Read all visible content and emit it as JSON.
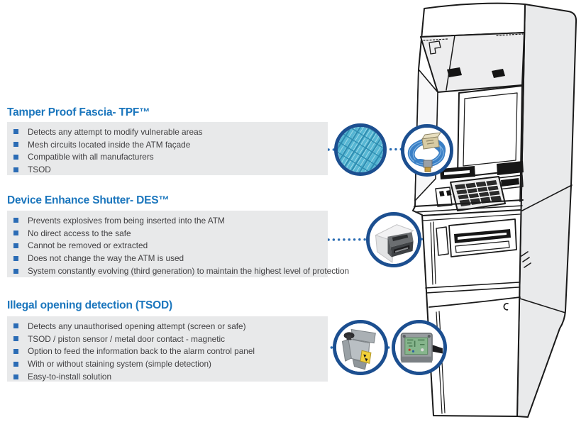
{
  "colors": {
    "title_blue": "#1B76BD",
    "bullet_blue": "#2B6CB5",
    "panel_gray": "#E8E9EA",
    "body_text": "#414042",
    "callout_ring": "#1C4F90",
    "dotted_line": "#2A6CB3",
    "line_art": "#1A1A1A"
  },
  "sections": [
    {
      "title": "Tamper Proof Fascia- TPF™",
      "bullets": [
        "Detects any attempt to modify vulnerable areas",
        "Mesh circuits located inside the ATM façade",
        "Compatible with all manufacturers",
        "TSOD"
      ]
    },
    {
      "title": "Device Enhance Shutter- DES™",
      "bullets": [
        "Prevents explosives from being inserted into the ATM",
        "No direct access to the safe",
        "Cannot be removed or extracted",
        "Does not change the way the ATM is used",
        "System constantly evolving (third generation) to maintain the highest level of protection"
      ]
    },
    {
      "title": "Illegal opening detection (TSOD)",
      "bullets": [
        "Detects any unauthorised opening attempt (screen or safe)",
        "TSOD / piston sensor / metal door contact - magnetic",
        "Option to feed the information back to the alarm control panel",
        "With or without staining system (simple detection)",
        "Easy-to-install solution"
      ]
    }
  ],
  "callouts": {
    "tpf": [
      {
        "icon": "mesh-circuit-photo-icon"
      },
      {
        "icon": "security-cable-photo-icon"
      }
    ],
    "des": [
      {
        "icon": "shutter-device-photo-icon"
      }
    ],
    "tsod": [
      {
        "icon": "piston-sensor-photo-icon"
      },
      {
        "icon": "tsod-sensor-photo-icon"
      }
    ]
  },
  "illustration": {
    "name": "atm-line-drawing"
  }
}
